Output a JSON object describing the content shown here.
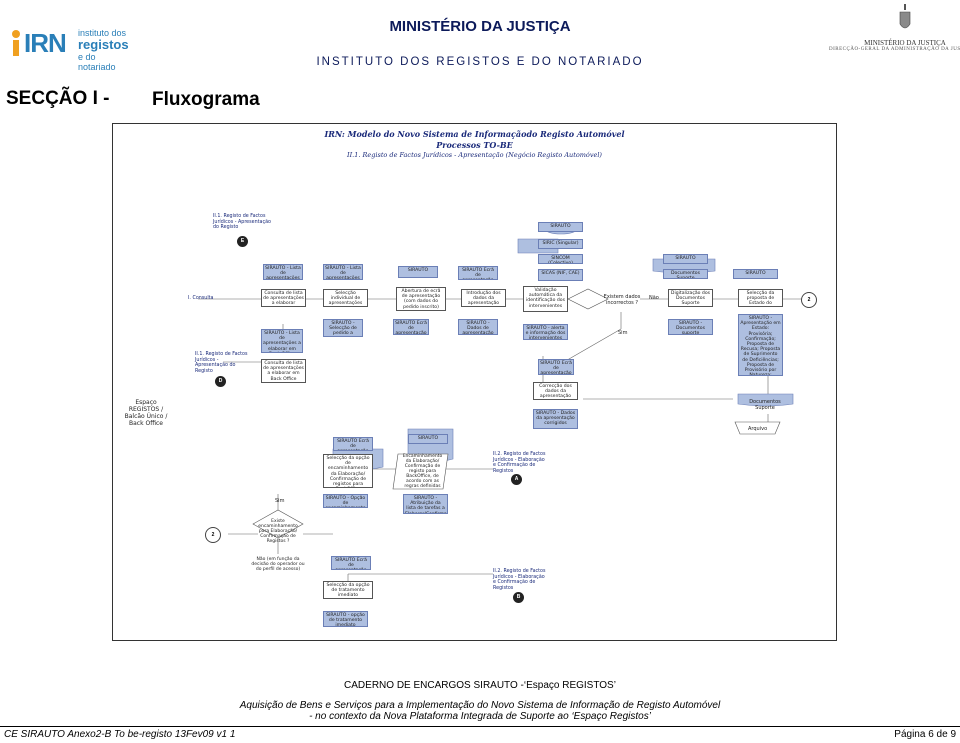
{
  "header": {
    "logo_main": "IRN",
    "logo_sub1": "instituto dos",
    "logo_sub2": "registos",
    "logo_sub3": "e do notariado",
    "ministry": "MINISTÉRIO DA JUSTIÇA",
    "institute": "INSTITUTO DOS REGISTOS E DO NOTARIADO",
    "right_logo_title": "MINISTÉRIO DA JUSTIÇA",
    "right_logo_sub": "DIRECÇÃO-GERAL DA ADMINISTRAÇÃO DA JUSTIÇA"
  },
  "section": {
    "label": "SECÇÃO I -",
    "title": "Fluxograma"
  },
  "diagram": {
    "title1": "IRN: Modelo do Novo Sistema de Informaçãodo Registo Automóvel",
    "title2": "Processos TO-BE",
    "title3": "II.1. Registo de Factos Jurídicos - Apresentação (Negócio Registo Automóvel)",
    "lane_label": "Espaço REGISTOS / Balcão Único / Back Office",
    "nodes": {
      "start_e": "II.1. Registo de Factos Jurídicos - Apresentação do Registo",
      "e": "E",
      "sirauto_top": "SIRAUTO",
      "siric": "SIRIC (Singular)",
      "sincom": "SINCOM (Colectivo)",
      "sicas": "SICAS (NIF, CAE)",
      "sir_lista1": "SIRAUTO - Lista de apresentações a elaborar",
      "sir_lista2": "SIRAUTO - Lista de apresentações a elaborar",
      "sir_a": "SIRAUTO",
      "sir_ecra": "SIRAUTO Ecrã de apresentação",
      "sir_b": "SIRAUTO",
      "docs_suporte": "Documentos Suporte",
      "sir_c": "SIRAUTO",
      "consulta": "I. Consulta",
      "consulta_lista": "Consulta de lista de apresentações a elaborar",
      "selec_ind": "Selecção individual de apresentações",
      "abertura": "Abertura de ecrã de apresentação (com dados do pedido inscrito)",
      "introducao": "Introdução dos dados da apresentação",
      "validacao": "Validação automática da identificação dos intervenientes",
      "existem": "Existem dados incorrectos ?",
      "nao1": "Não",
      "digitalizacao": "Digitalização dos Documentos Suporte",
      "selec_proposta": "Selecção da proposta de Estado do Registo",
      "circ_2a": "2",
      "sir_lista3": "SIRAUTO - Lista de apresentações a elaborar em Back Office",
      "sir_selec": "SIRAUTO - Selecção de pedido a apresentar",
      "sir_ecra2": "SIRAUTO Ecrã de apresentação",
      "sir_dados": "SIRAUTO - Dados de apresentação inscritos",
      "sir_alerta": "SIRAUTO - alerta e informação dos intervenientes",
      "sim1": "Sim",
      "sir_docs": "SIRAUTO - Documentos suporte digitalizados",
      "sir_apres": "SIRAUTO - Apresentação em Estado: Provisória; Confirmação; Proposta de Recusa; Proposta de Suprimento de Deficiências; Proposta de Provisório por Natureza; Proposta de Apresentação Complementar; em Estudo",
      "start_d": "II.1. Registo de Factos Jurídicos - Apresentação do Registo",
      "d": "D",
      "consulta_back": "Consulta de lista de apresentações a elaborar em Back Office",
      "sir_ecra3": "SIRAUTO Ecrã de apresentação",
      "correccao": "Correcção dos dados da apresentação",
      "docs_suporte2": "Documentos Suporte",
      "sir_dados2": "SIRAUTO - Dados da apresentação corrigidos",
      "arquivo": "Arquivo",
      "sir_ecra4": "SIRAUTO Ecrã de apresentação",
      "sir_d": "SIRAUTO",
      "selec_opcao": "Selecção da opção de encaminhamento da Elaboração/ Confirmação de registos para BackOffice",
      "encaminhamento": "Encaminhamento da Elaboração/ Confirmação de registo para BackOffice, de acordo com as regras definidas",
      "ii2a": "II.2. Registo de Factos Jurídicos - Elaboração e Confirmação de Registos",
      "a": "A",
      "sim2": "Sim",
      "sir_opcao": "SIRAUTO - Opção de encaminhamento",
      "sir_atrib": "SIRAUTO - Atribuição da lista de tarefas a Elaborar/Confirmar",
      "circ_2b": "2",
      "existe_enc": "Existe encaminhamento para Elaboração/ Confirmação de Registos ?",
      "nao2": "Não (em função da decisão do operador ou do perfil de acesso)",
      "sir_ecra5": "SIRAUTO Ecrã de apresentação",
      "ii2b": "II.2. Registo de Factos Jurídicos - Elaboração e Confirmação de Registos",
      "b": "B",
      "selec_trat": "Selecção da opção de tratamento imediato",
      "sir_trat": "SIRAUTO - opção de tratamento imediato"
    }
  },
  "footer": {
    "line1": "CADERNO DE ENCARGOS SIRAUTO -‘Espaço REGISTOS’",
    "line2": "Aquisição de Bens e Serviços para a Implementação do Novo Sistema de Informação de Registo Automóvel",
    "line3": "- no contexto da Nova Plataforma Integrada de Suporte ao ‘Espaço Registos’",
    "left": "CE SIRAUTO Anexo2-B To be-registo 13Fev09 v1 1",
    "right": "Página 6 de 9"
  }
}
